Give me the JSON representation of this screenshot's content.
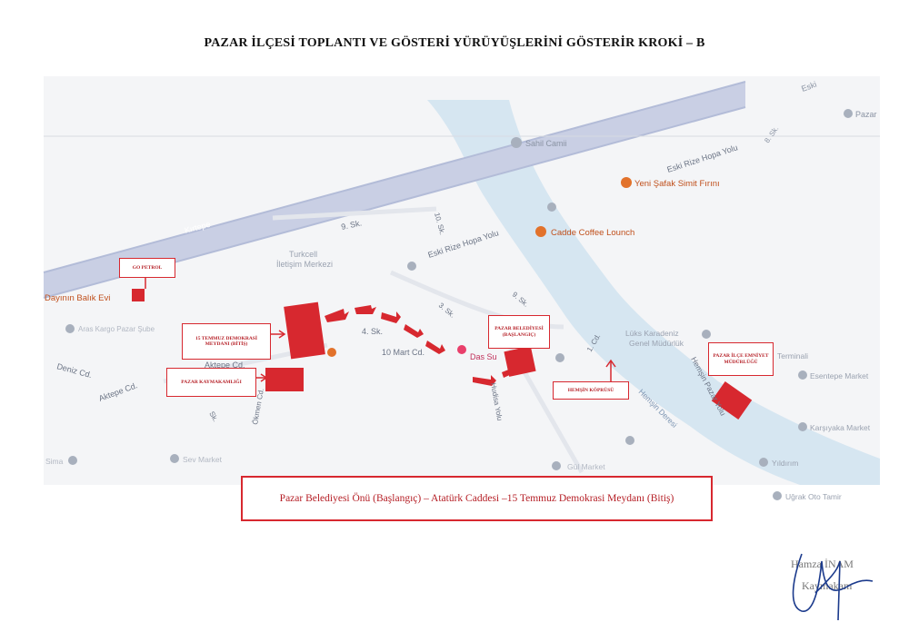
{
  "title": "PAZAR İLÇESİ TOPLANTI VE GÖSTERİ YÜRÜYÜŞLERİNİ GÖSTERİR KROKİ – B",
  "colors": {
    "route": "#d7282f",
    "water": "#d6e6f1",
    "road": "#c3cbe3",
    "poi": "#e2722b",
    "grey_poi": "#a8b0bd"
  },
  "map_labels": {
    "sahil_cami": "Sahil Camii",
    "pazar": "Pazar",
    "eski": "Eski",
    "sk8": "8. Sk.",
    "eski_rize_hopa_1": "Eski Rize Hopa Yolu",
    "eski_rize_hopa_2": "Eski Rize Hopa Yolu",
    "yeni_safak": "Yeni Şafak Simit Fırını",
    "cadde_coffee": "Cadde Coffee Lounch",
    "sk9": "9. Sk.",
    "sk10": "10. Sk.",
    "kirtepe": "Kırtepe",
    "turkcell_1": "Turkcell",
    "turkcell_2": "İletişim Merkezi",
    "dayinin": "Dayının Balık Evi",
    "aras": "Aras Kargo Pazar Şube",
    "sk4": "4. Sk.",
    "sk3": "3. Sk.",
    "sk9b": "9. Sk.",
    "mart10": "10 Mart Cd.",
    "das_su": "Das Su",
    "deniz": "Deniz Cd.",
    "aktepe_cd": "Aktepe Cd.",
    "aktepe_cd2": "Aktepe Cd.",
    "okmen": "Ökmen Cd.",
    "hudisa": "Hudisa Yolu",
    "luks_1": "Lüks Karadeniz",
    "luks_2": "Genel Müdürlük",
    "hemsin_pazar": "Hemşin Pazar Yolu",
    "hemsin_deresi": "Hemşin Deresi",
    "terminal": "Terminali",
    "esentepe": "Esentepe Market",
    "karsiyaka": "Karşıyaka Market",
    "yildirim": "Yıldırım",
    "ugrak": "Uğrak Oto Tamir",
    "sk1": "1. Cd.",
    "sima": "Sima",
    "sevmarket": "Sev Market",
    "gulmarket": "Gül Market",
    "sk_bottom": "Sk."
  },
  "boxes": {
    "go_petrol": "GO PETROL",
    "bitis": "15 TEMMUZ DEMOKRASİ MEYDANI (BİTİŞ)",
    "kaymakamlik": "PAZAR KAYMAKAMLIĞI",
    "baslangic": "PAZAR BELEDİYESİ (BAŞLANGIÇ)",
    "kopru": "HEMŞİN KÖPRÜSÜ",
    "emniyet": "PAZAR İLÇE EMNİYET MÜDÜRLÜĞÜ"
  },
  "route_caption": "Pazar Belediyesi Önü (Başlangıç) – Atatürk Caddesi –15 Temmuz Demokrasi Meydanı (Bitiş)",
  "signature": {
    "name": "Hamza İNAM",
    "role": "Kaymakam"
  }
}
